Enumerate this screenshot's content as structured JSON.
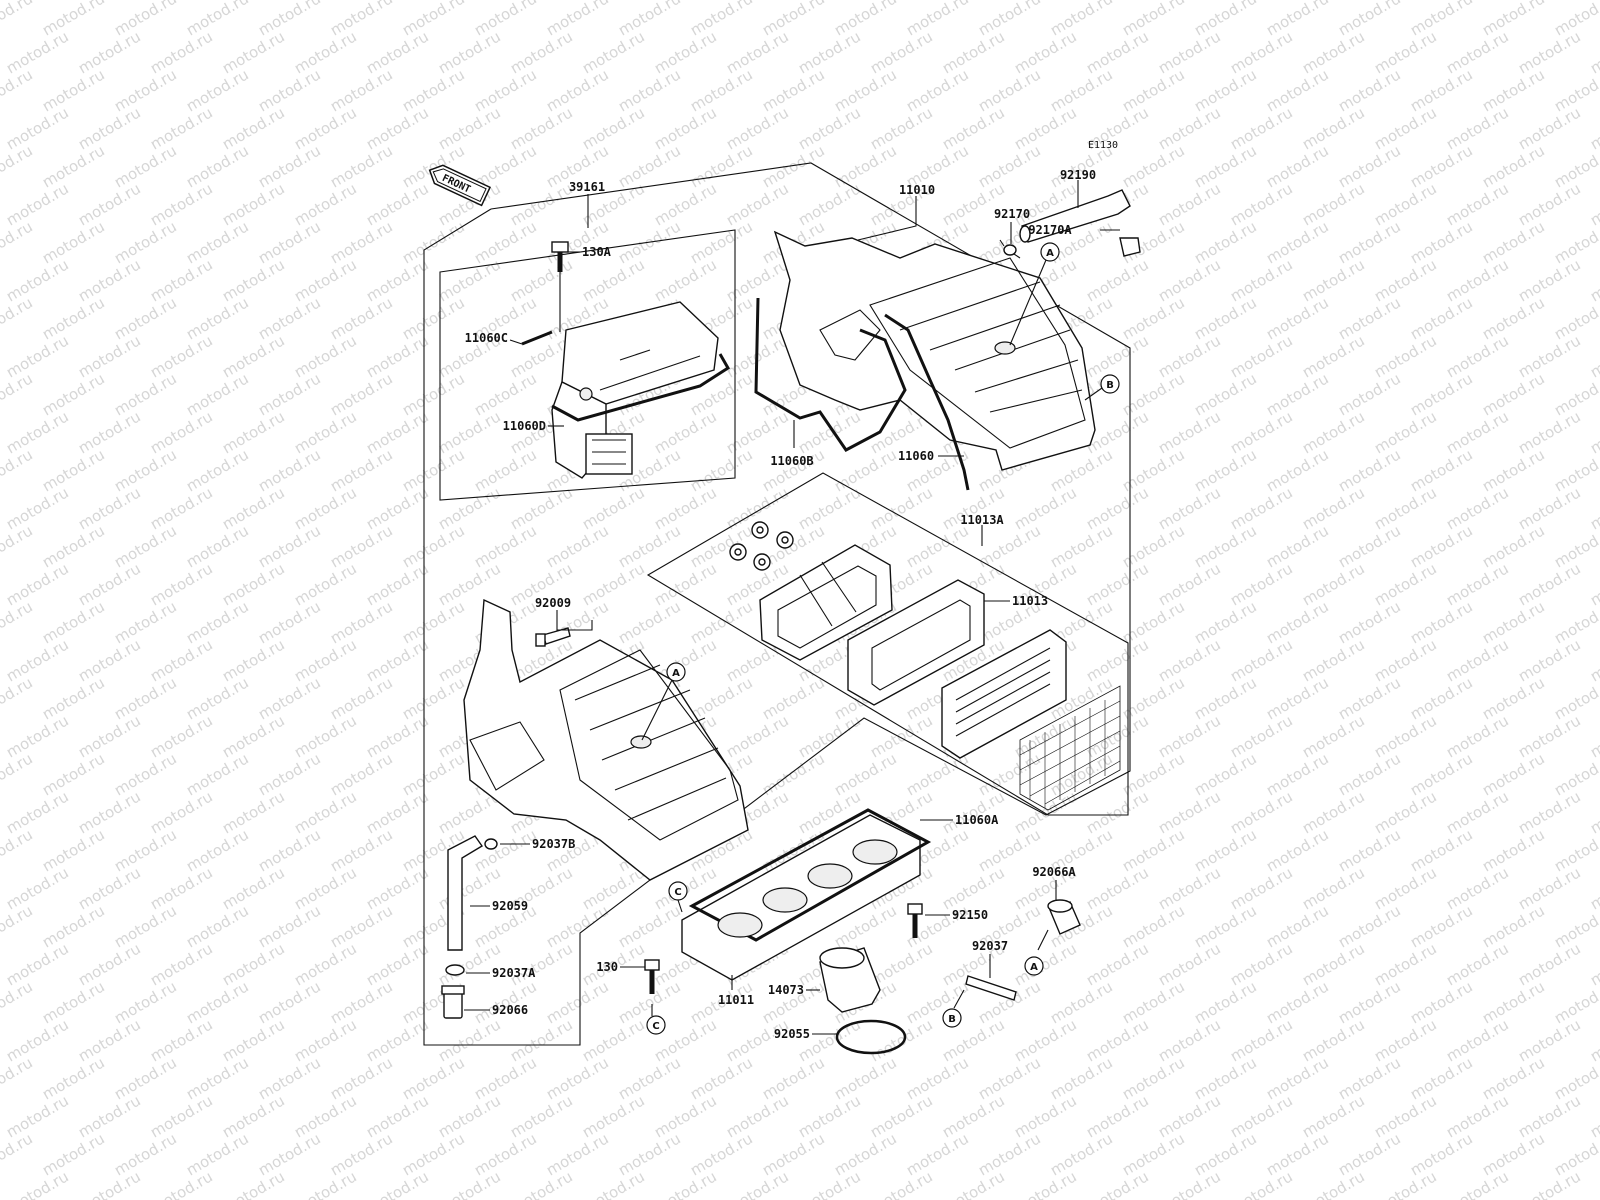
{
  "watermark": {
    "text": "motod.ru",
    "color": "#d6d6d6"
  },
  "diagram_code": "E1130",
  "front_arrow": {
    "label": "FRONT"
  },
  "parts": [
    {
      "id": "39161"
    },
    {
      "id": "130A"
    },
    {
      "id": "11060C"
    },
    {
      "id": "11060D"
    },
    {
      "id": "11010"
    },
    {
      "id": "92190"
    },
    {
      "id": "92170"
    },
    {
      "id": "92170A"
    },
    {
      "id": "11060B"
    },
    {
      "id": "11060"
    },
    {
      "id": "11013A"
    },
    {
      "id": "11013"
    },
    {
      "id": "92009"
    },
    {
      "id": "92037B"
    },
    {
      "id": "92059"
    },
    {
      "id": "92037A"
    },
    {
      "id": "92066"
    },
    {
      "id": "11060A"
    },
    {
      "id": "92066A"
    },
    {
      "id": "92150"
    },
    {
      "id": "92037"
    },
    {
      "id": "130"
    },
    {
      "id": "14073"
    },
    {
      "id": "11011"
    },
    {
      "id": "92055"
    }
  ],
  "ref_markers": [
    "A",
    "B",
    "A",
    "C",
    "C",
    "A",
    "B"
  ]
}
